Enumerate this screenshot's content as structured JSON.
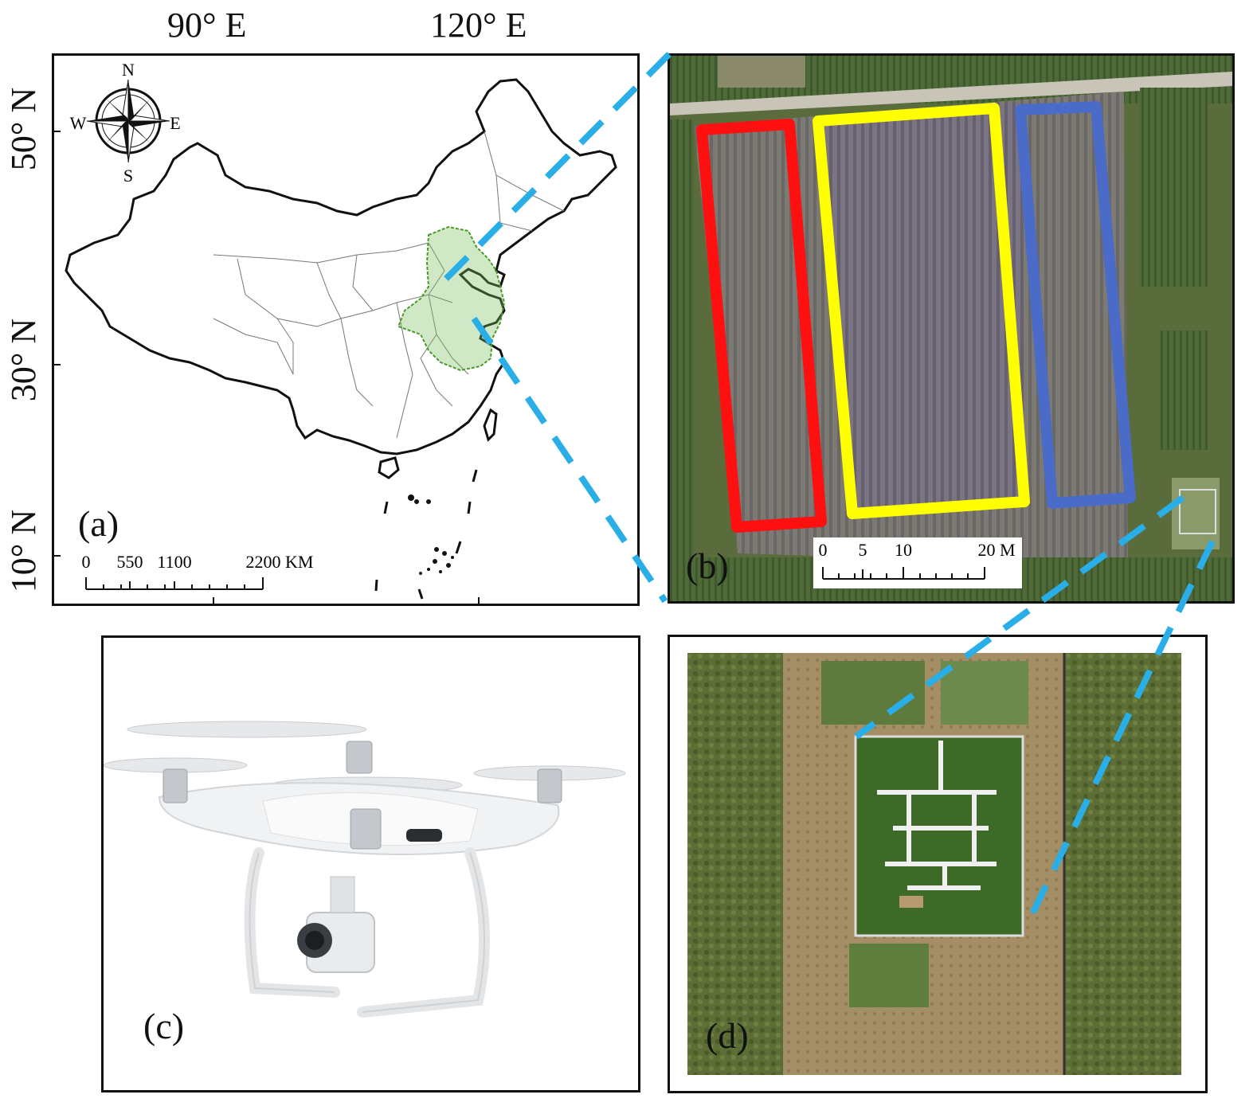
{
  "figure": {
    "longitude_labels": [
      "90° E",
      "120° E"
    ],
    "latitude_labels": [
      "50° N",
      "30° N",
      "10° N"
    ],
    "panel_a": {
      "label": "(a)",
      "compass": {
        "north": "N",
        "south": "S",
        "east": "E",
        "west": "W"
      },
      "scale_ticks": [
        "0",
        "550",
        "1100",
        "2200 KM"
      ],
      "highlight_color": "#4a9a2a",
      "boundary_color": "#111111"
    },
    "panel_b": {
      "label": "(b)",
      "plot_colors": {
        "red": "#ff1010",
        "yellow": "#ffff00",
        "blue": "#4a6bc8"
      },
      "scale_ticks": [
        "0",
        "5",
        "10",
        "20 M"
      ]
    },
    "panel_c": {
      "label": "(c)",
      "subject_icon": "drone-icon"
    },
    "panel_d": {
      "label": "(d)"
    },
    "connector_color": "#29aee8"
  }
}
